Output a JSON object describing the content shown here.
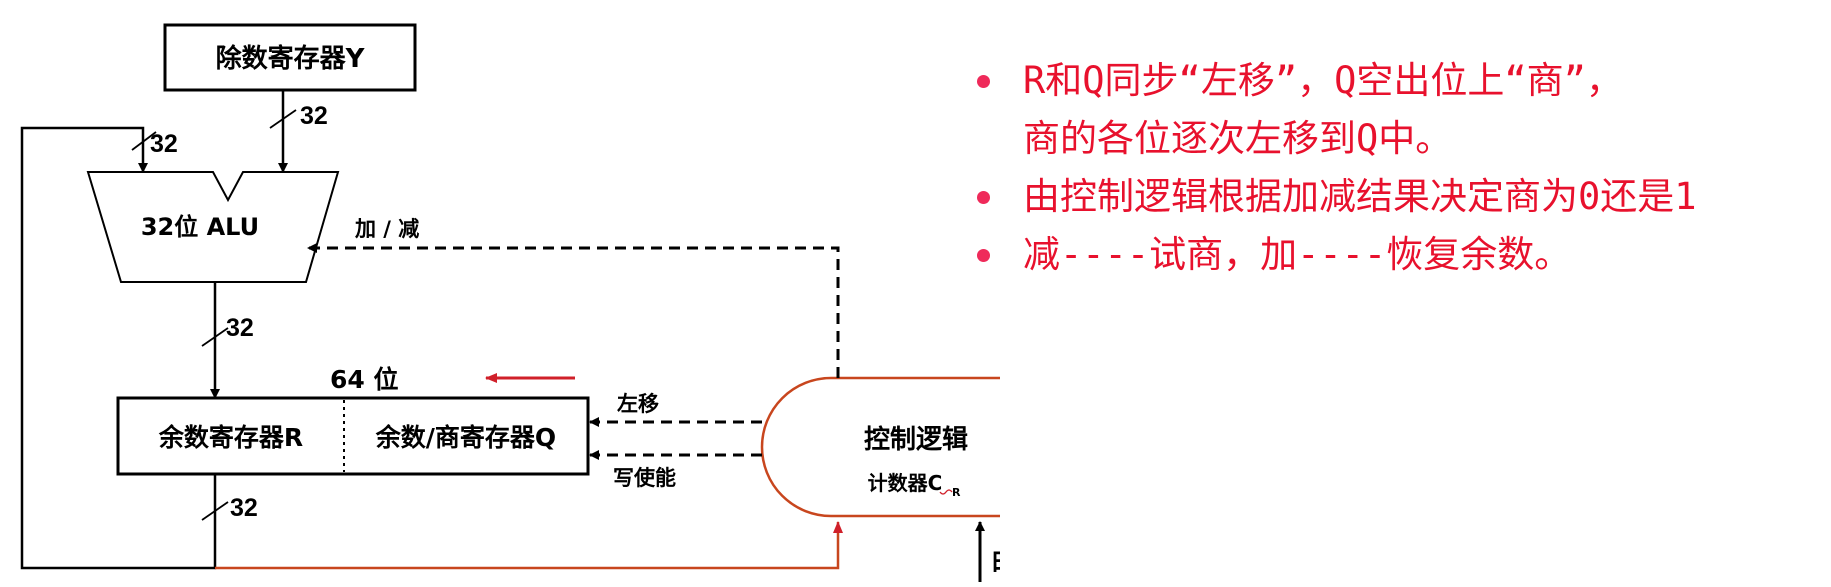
{
  "diagram": {
    "divisor_register": "除数寄存器Y",
    "alu": "32位 ALU",
    "add_sub": "加 / 减",
    "width_64": "64 位",
    "remainder_register": "余数寄存器R",
    "quotient_register": "余数/商寄存器Q",
    "shift_left": "左移",
    "write_enable": "写使能",
    "control_logic": "控制逻辑",
    "counter": "计数器C",
    "counter_subscript": "R",
    "clock": "时钟",
    "bus_widths": [
      "32",
      "32",
      "32",
      "32"
    ]
  },
  "bullets": [
    {
      "line1": "R和Q同步“左移”，Q空出位上“商”，",
      "line2": "商的各位逐次左移到Q中。"
    },
    {
      "line1": "由控制逻辑根据加减结果决定商为0还是1"
    },
    {
      "line1": "减----试商，加----恢复余数。"
    }
  ],
  "colors": {
    "bullet_text": "#e8112d",
    "bullet_dot": "#ef2a5a",
    "control_outline": "#c8461e",
    "arrow_red": "#d0202a"
  }
}
